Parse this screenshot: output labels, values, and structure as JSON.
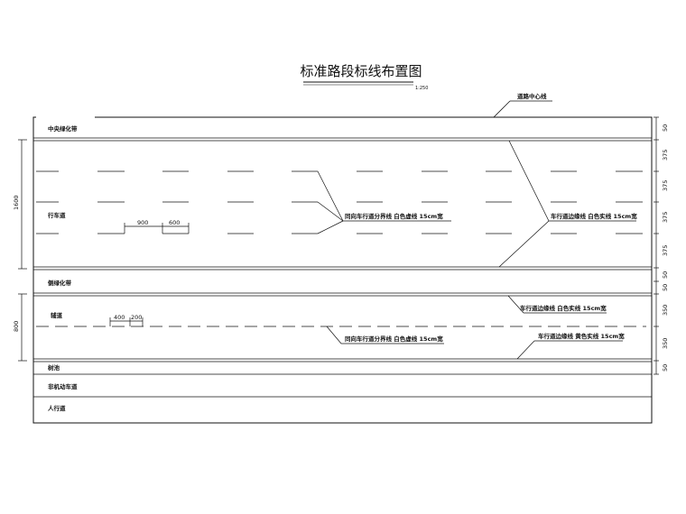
{
  "title": "标准路段标线布置图",
  "scale": "1:250",
  "labels": {
    "road_centerline": "道路中心线",
    "central_green_belt": "中央绿化带",
    "travel_lane": "行车道",
    "side_green_belt": "侧绿化带",
    "auxiliary_road": "辅道",
    "tree_pool": "树池",
    "non_motor_lane": "非机动车道",
    "sidewalk": "人行道"
  },
  "annotations": {
    "divider_main": "同向车行道分界线 白色虚线 15cm宽",
    "edge_white_main": "车行道边缘线 白色实线 15cm宽",
    "edge_white_aux": "车行道边缘线 白色实线 15cm宽",
    "divider_aux": "同向车行道分界线 白色虚线 15cm宽",
    "edge_yellow_aux": "车行道边缘线 黄色实线 15cm宽"
  },
  "dimensions": {
    "left_main": "1600",
    "left_aux": "800",
    "dash_main": "900",
    "gap_main": "600",
    "dash_aux": "400",
    "gap_aux": "200",
    "right": [
      "50",
      "375",
      "375",
      "375",
      "375",
      "50",
      "50",
      "350",
      "350",
      "50"
    ]
  }
}
